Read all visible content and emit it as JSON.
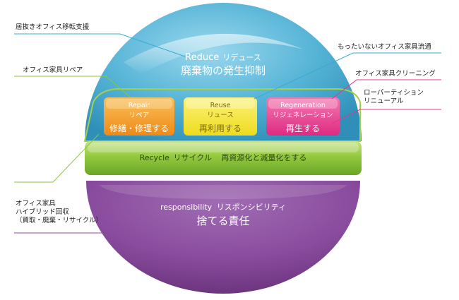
{
  "reduce": {
    "en": "Reduce",
    "jp": "リデュース",
    "subtitle": "廃棄物の発生抑制"
  },
  "boxes": [
    {
      "en": "Repair",
      "jp": "リペア",
      "desc": "修繕・修理する",
      "color": "#f59c1f"
    },
    {
      "en": "Reuse",
      "jp": "リュース",
      "desc": "再利用する",
      "color": "#f5e227"
    },
    {
      "en": "Regeneration",
      "jp": "リジェネレーション",
      "desc": "再生する",
      "color": "#e8348a"
    }
  ],
  "recycle": {
    "en": "Recycle",
    "jp": "リサイクル",
    "desc": "再資源化と減量化をする"
  },
  "responsibility": {
    "en": "responsibility",
    "jp": "リスポンシビリティ",
    "desc": "捨てる責任"
  },
  "callouts": {
    "top_left": "居抜きオフィス移転支援",
    "repair": "オフィス家具リペア",
    "reuse": "もったいないオフィス家具流通",
    "cleaning": "オフィス家具クリーニング",
    "renewal": "ローパーティション\nリニューアル",
    "hybrid": "オフィス家具\nハイブリッド回収\n（買取・廃棄・リサイクル）"
  },
  "colors": {
    "blue": "#5ab8d8",
    "green": "#8cc63f",
    "purple": "#8a4c9e",
    "line_blue": "#3aa9d6",
    "line_pink": "#e8348a",
    "line_green": "#8cc63f",
    "line_purple": "#8a4c9e"
  }
}
